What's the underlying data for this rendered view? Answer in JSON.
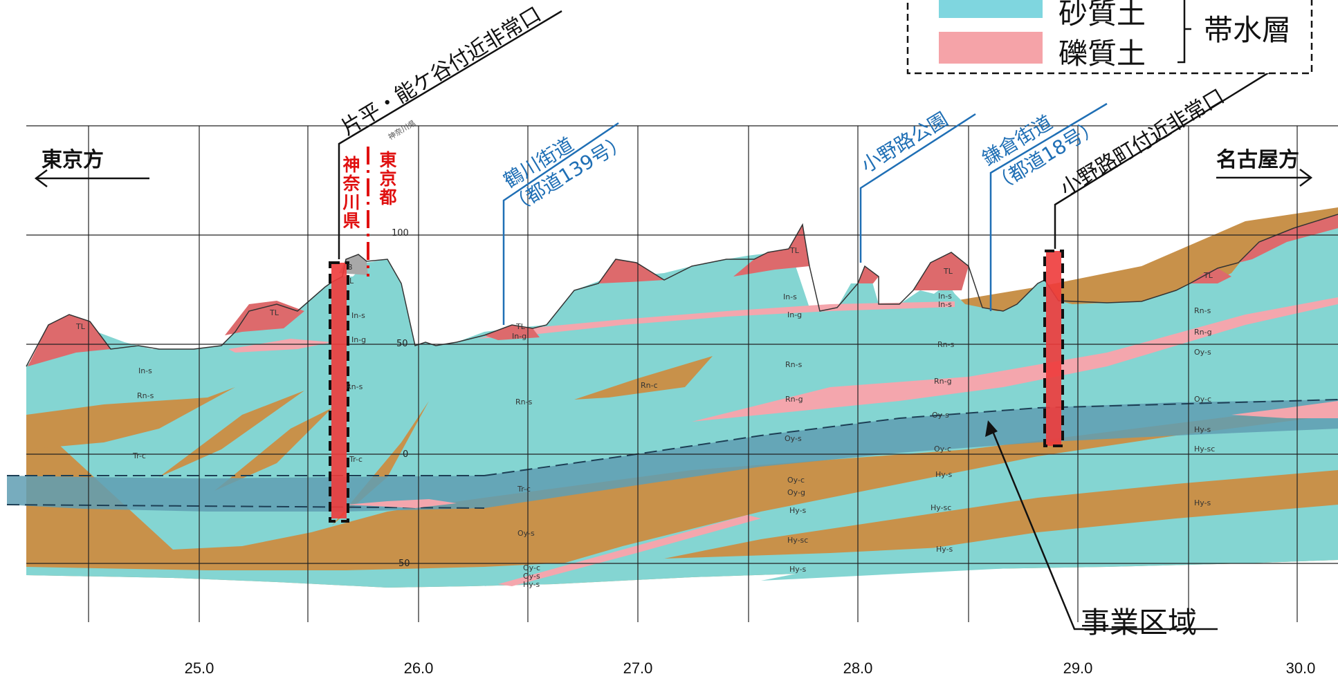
{
  "direction": {
    "left": "東京方",
    "right": "名古屋方"
  },
  "legend": {
    "items": [
      {
        "label": "砂質土",
        "color": "#7fd6df"
      },
      {
        "label": "礫質土",
        "color": "#f5a3a8"
      }
    ],
    "group_label": "帯水層"
  },
  "colors": {
    "sand": "#84d5d2",
    "clay": "#c8914a",
    "gravel": "#f4a6ad",
    "topsoil": "#dd6a6c",
    "project_band": "#5f9eb3",
    "shaft": "#ee3b3b",
    "boundary": "#e01010",
    "road_line": "#1f6fb5"
  },
  "landmarks": {
    "katahira_exit": "片平・能ケ谷付近非常口",
    "onoji_exit": "小野路町付近非常口",
    "tsurukawa": "鶴川街道",
    "tsurukawa_sub": "（都道139号）",
    "onoji_park": "小野路公園",
    "kamakura": "鎌倉街道",
    "kamakura_sub": "（都道18号）",
    "kanagawa": "神奈川県",
    "tokyo": "東京都",
    "small_label": "神奈川県"
  },
  "project_area": "事業区域",
  "elevation_labels": [
    "100",
    "50",
    "0",
    "50"
  ],
  "km_labels": [
    "25.0",
    "26.0",
    "27.0",
    "28.0",
    "29.0",
    "30.0"
  ],
  "layer_labels": {
    "TL": "TL",
    "B": "B",
    "L": "L",
    "In_s": "In-s",
    "In_g": "In-g",
    "Rn_s": "Rn-s",
    "Rn_g": "Rn-g",
    "Rn_c": "Rn-c",
    "Oy_s": "Oy-s",
    "Oy_c": "Oy-c",
    "Oy_g": "Oy-g",
    "Tr_c": "Tr-c",
    "Hy_s": "Hy-s",
    "Hy_sc": "Hy-sc",
    "Oy_c_small": "Oy-c",
    "Oy_s_small": "Oy-s",
    "Hy_s_small": "Hy-s"
  }
}
